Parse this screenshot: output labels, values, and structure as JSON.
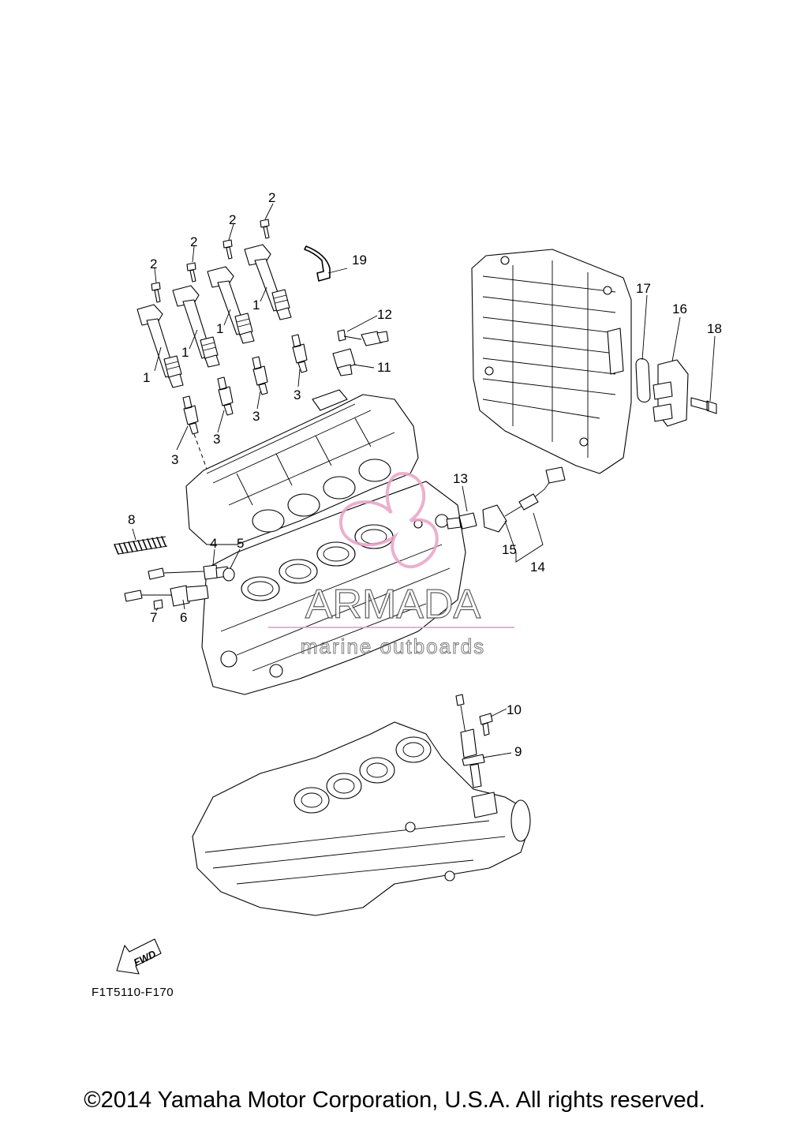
{
  "diagram": {
    "part_labels": {
      "p1a": "1",
      "p1b": "1",
      "p1c": "1",
      "p1d": "1",
      "p2a": "2",
      "p2b": "2",
      "p2c": "2",
      "p2d": "2",
      "p3a": "3",
      "p3b": "3",
      "p3c": "3",
      "p3d": "3",
      "p4": "4",
      "p5": "5",
      "p6": "6",
      "p7": "7",
      "p8": "8",
      "p9": "9",
      "p10": "10",
      "p11": "11",
      "p12": "12",
      "p13": "13",
      "p14": "14",
      "p15": "15",
      "p16": "16",
      "p17": "17",
      "p18": "18",
      "p19": "19"
    },
    "fwd_label": "FWD",
    "figure_code": "F1T5110-F170",
    "watermark": {
      "title": "ARMADA",
      "subtitle": "marine outboards",
      "accent_color": "#e8a3c6"
    }
  },
  "footer": {
    "copyright": "©2014 Yamaha Motor Corporation, U.S.A. All rights reserved."
  }
}
